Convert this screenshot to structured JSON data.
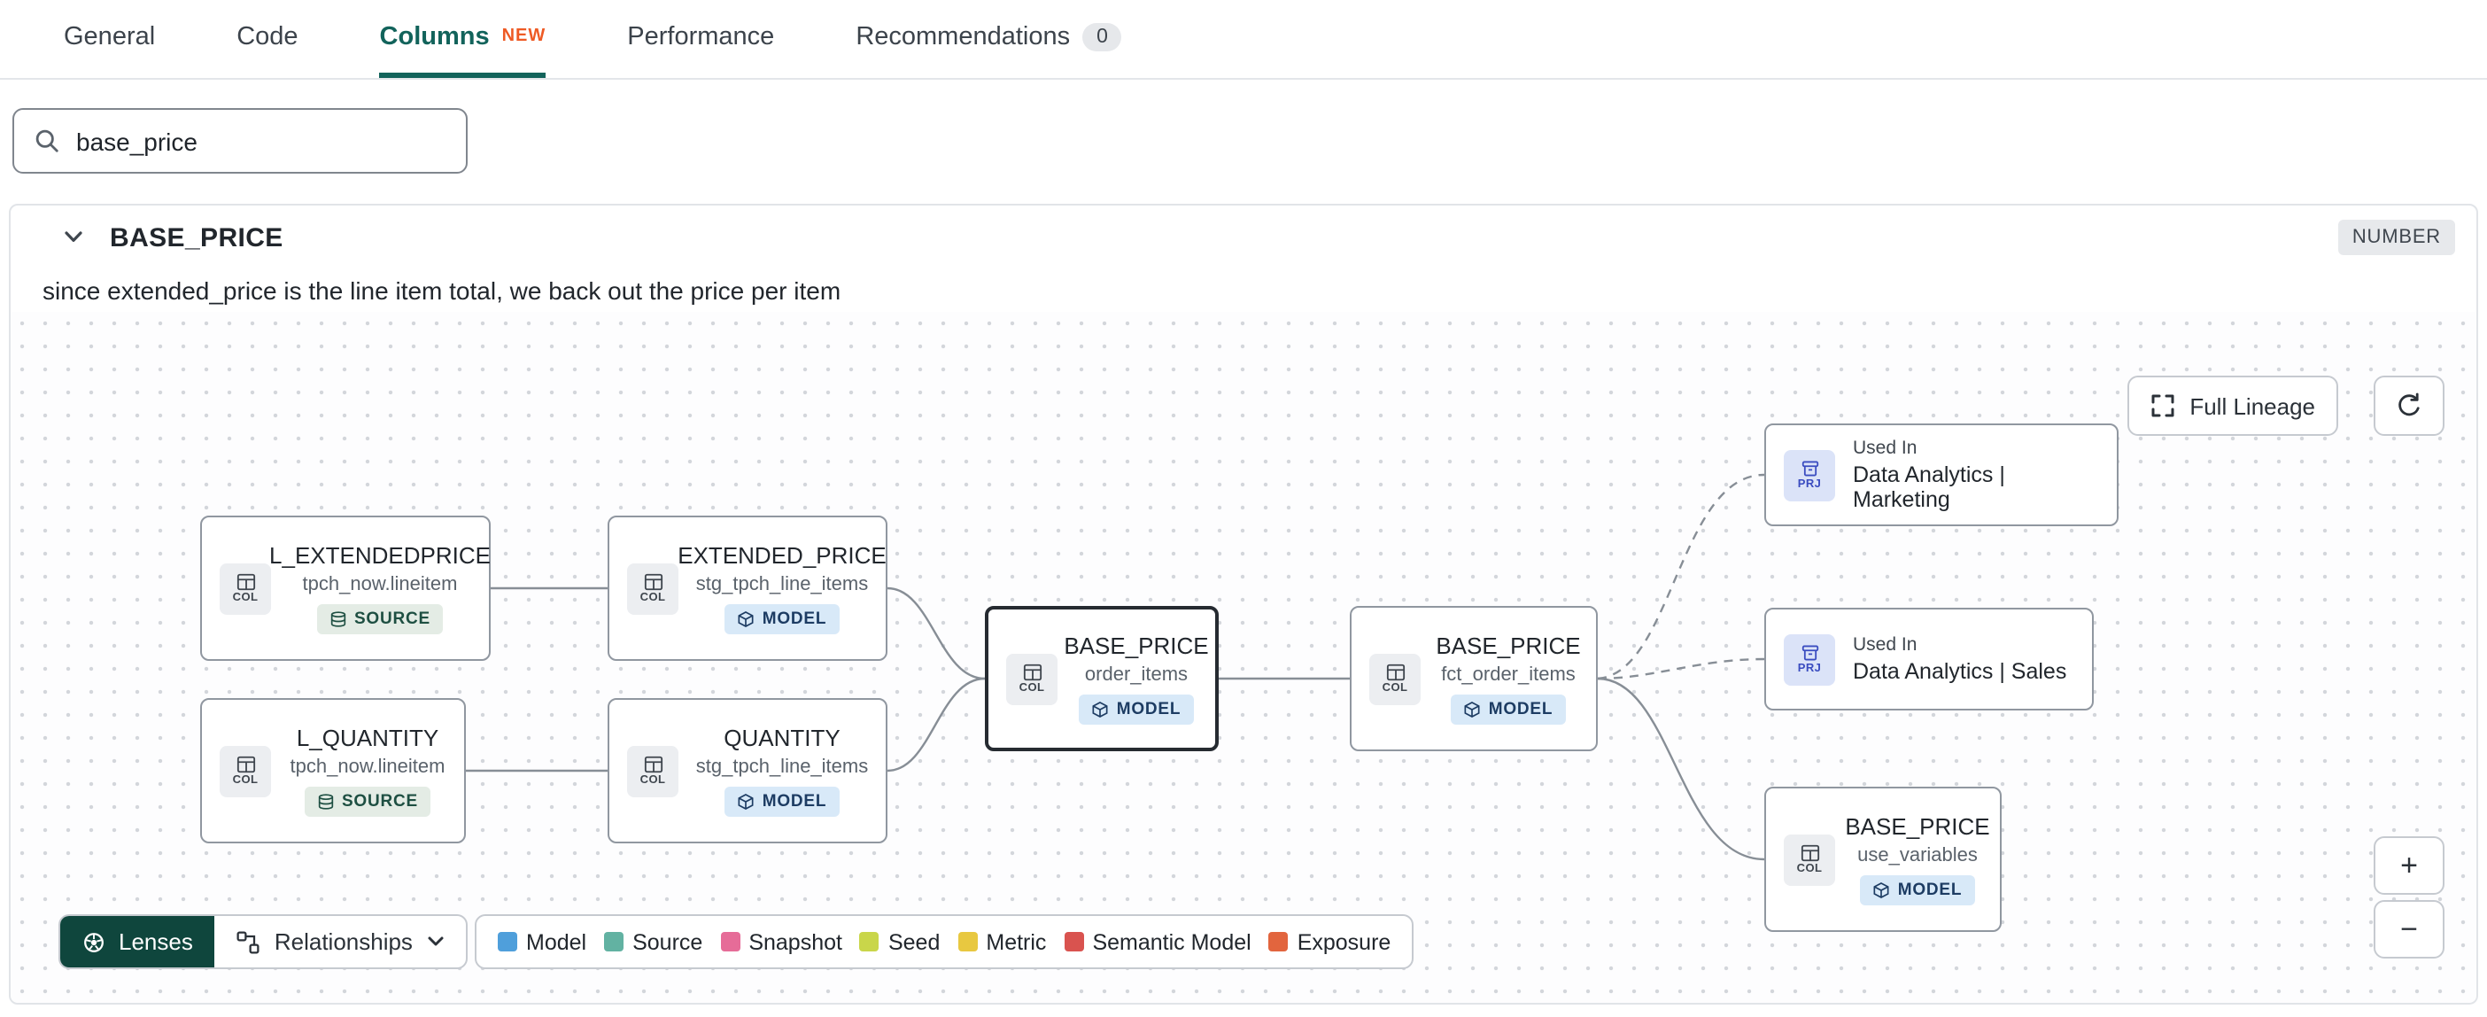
{
  "colors": {
    "accent": "#12635b",
    "new_badge": "#ee5a24",
    "lenses_bg": "#0f463d"
  },
  "tabs": [
    {
      "label": "General"
    },
    {
      "label": "Code"
    },
    {
      "label": "Columns",
      "badge": "NEW",
      "active": true
    },
    {
      "label": "Performance"
    },
    {
      "label": "Recommendations",
      "badge": "0"
    }
  ],
  "search": {
    "value": "base_price"
  },
  "column_panel": {
    "name": "BASE_PRICE",
    "type": "NUMBER",
    "description": "since extended_price is the line item total, we back out the price per item"
  },
  "lineage": {
    "full_lineage_label": "Full Lineage",
    "lenses_label": "Lenses",
    "relationships_label": "Relationships",
    "zoom_in": "+",
    "zoom_out": "−",
    "nodes": [
      {
        "icon": "COL",
        "title": "L_EXTENDEDPRICE",
        "subtitle": "tpch_now.lineitem",
        "badge": "SOURCE"
      },
      {
        "icon": "COL",
        "title": "EXTENDED_PRICE",
        "subtitle": "stg_tpch_line_items",
        "badge": "MODEL"
      },
      {
        "icon": "COL",
        "title": "L_QUANTITY",
        "subtitle": "tpch_now.lineitem",
        "badge": "SOURCE"
      },
      {
        "icon": "COL",
        "title": "QUANTITY",
        "subtitle": "stg_tpch_line_items",
        "badge": "MODEL"
      },
      {
        "icon": "COL",
        "title": "BASE_PRICE",
        "subtitle": "order_items",
        "badge": "MODEL",
        "selected": true
      },
      {
        "icon": "COL",
        "title": "BASE_PRICE",
        "subtitle": "fct_order_items",
        "badge": "MODEL"
      },
      {
        "icon": "PRJ",
        "heading": "Used In",
        "title": "Data Analytics | Marketing"
      },
      {
        "icon": "PRJ",
        "heading": "Used In",
        "title": "Data Analytics | Sales"
      },
      {
        "icon": "COL",
        "title": "BASE_PRICE",
        "subtitle": "use_variables",
        "badge": "MODEL"
      }
    ],
    "legend": [
      {
        "label": "Model",
        "color": "#4f9fdb"
      },
      {
        "label": "Source",
        "color": "#62b2a2"
      },
      {
        "label": "Snapshot",
        "color": "#e66c98"
      },
      {
        "label": "Seed",
        "color": "#c9d64a"
      },
      {
        "label": "Metric",
        "color": "#e8c840"
      },
      {
        "label": "Semantic Model",
        "color": "#d9534f"
      },
      {
        "label": "Exposure",
        "color": "#e2653e"
      }
    ]
  },
  "icons": {
    "search": "magnifier",
    "collapse": "chevron-down",
    "full_lineage": "expand-corners",
    "refresh": "circular-arrow",
    "lenses": "aperture",
    "relationships": "graph-nodes",
    "dropdown": "chevron-down",
    "column": "table-grid",
    "project": "folder",
    "model_badge": "cube",
    "source_badge": "database"
  }
}
